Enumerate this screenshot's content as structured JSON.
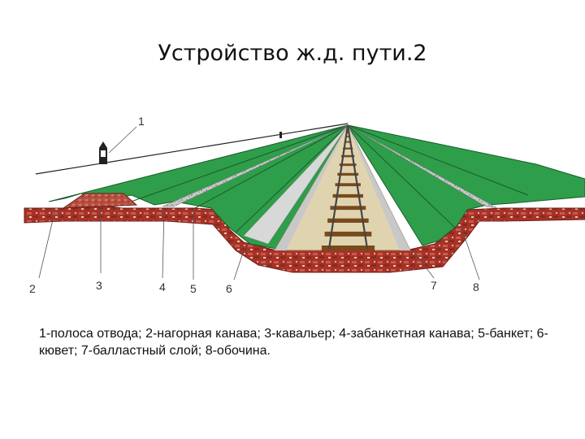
{
  "title": "Устройство ж.д. пути.2",
  "callouts": {
    "c1": "1",
    "c2": "2",
    "c3": "3",
    "c4": "4",
    "c5": "5",
    "c6": "6",
    "c7": "7",
    "c8": "8"
  },
  "caption": "1-полоса отвода; 2-нагорная канава; 3-кавальер; 4-забанкетная канава; 5-банкет; 6-кювет; 7-балластный слой; 8-обочина.",
  "colors": {
    "grass": "#2e9e4a",
    "soil": "#a83228",
    "ballast": "#e0d4b0",
    "sleeper": "#7a4a1c",
    "rail": "#444444"
  }
}
